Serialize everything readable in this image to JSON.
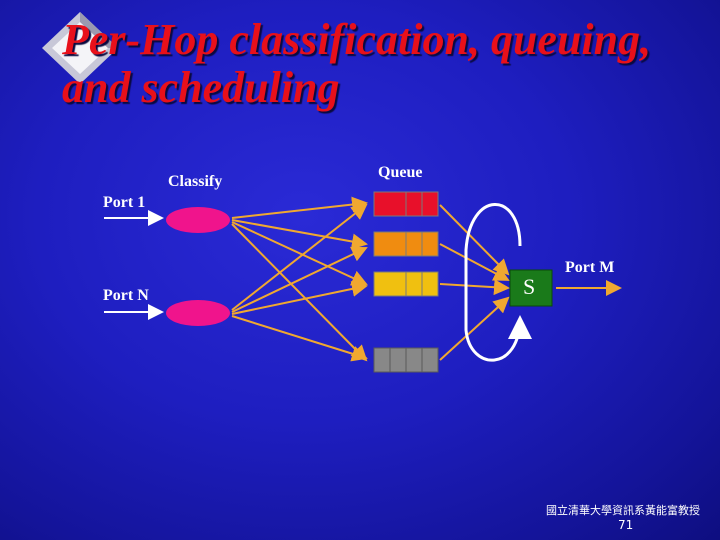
{
  "title": "Per-Hop classification, queuing, and scheduling",
  "labels": {
    "classify": "Classify",
    "queue": "Queue",
    "port_1": "Port 1",
    "port_n": "Port N",
    "port_m": "Port M",
    "scheduler": "S"
  },
  "footer": {
    "organization": "國立清華大學資訊系黃能富教授",
    "page": "71"
  },
  "colors": {
    "title": "#e8101a",
    "classifier": "#f0148c",
    "scheduler": "#1a7a1a",
    "arrow": "#f0a830",
    "queues": [
      "#e8102a",
      "#f08c10",
      "#f0c010",
      "#888888"
    ]
  }
}
